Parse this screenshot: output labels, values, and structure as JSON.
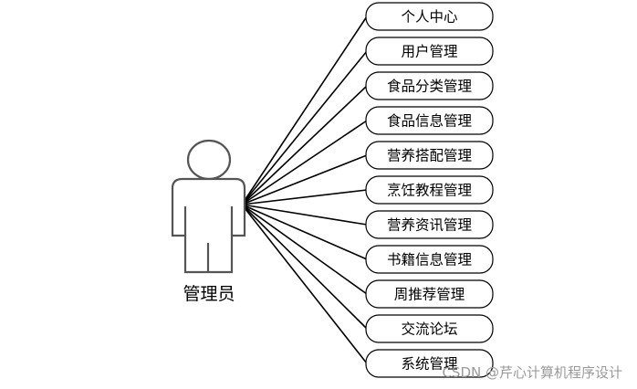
{
  "actor": {
    "name": "管理员"
  },
  "use_cases": [
    "个人中心",
    "用户管理",
    "食品分类管理",
    "食品信息管理",
    "营养搭配管理",
    "烹饪教程管理",
    "营养资讯管理",
    "书籍信息管理",
    "周推荐管理",
    "交流论坛",
    "系统管理"
  ],
  "watermark": "CSDN @芹心计算机程序设计"
}
